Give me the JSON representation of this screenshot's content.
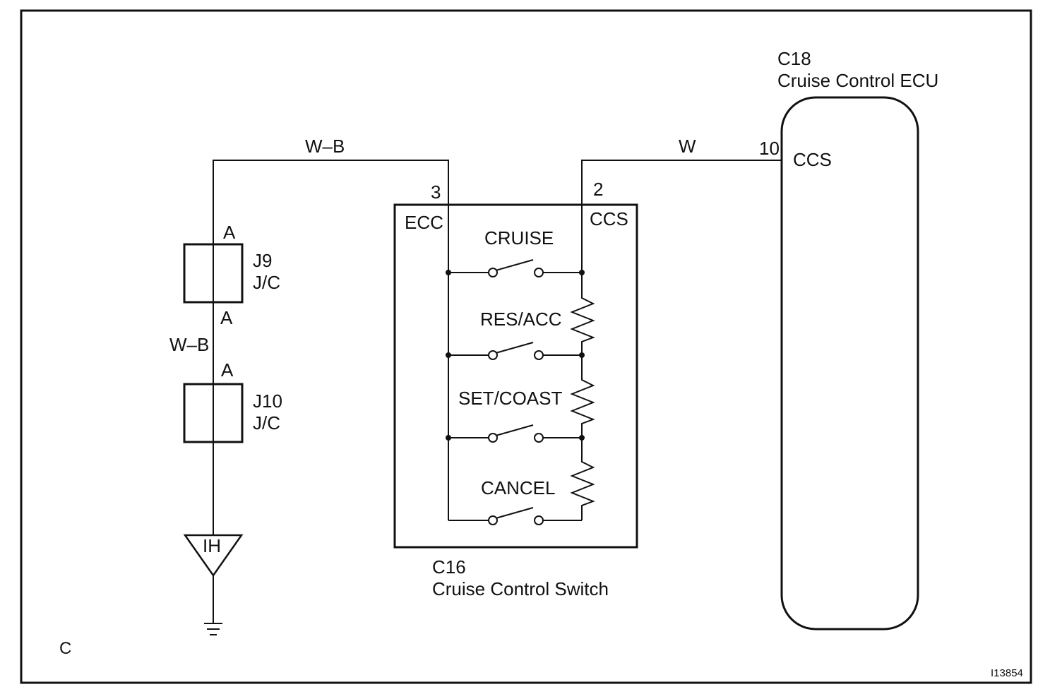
{
  "ecu": {
    "code": "C18",
    "name": "Cruise Control ECU",
    "pin_number": "10",
    "pin_name": "CCS"
  },
  "switch_component": {
    "code": "C16",
    "name": "Cruise Control Switch",
    "pin_left_number": "3",
    "pin_left_name": "ECC",
    "pin_right_number": "2",
    "pin_right_name": "CCS",
    "switches": [
      {
        "label": "CRUISE"
      },
      {
        "label": "RES/ACC"
      },
      {
        "label": "SET/COAST"
      },
      {
        "label": "CANCEL"
      }
    ]
  },
  "wires": {
    "top_left_color": "W–B",
    "top_right_color": "W",
    "vertical_color": "W–B"
  },
  "junctions": [
    {
      "code": "J9",
      "type": "J/C",
      "pin_top": "A",
      "pin_bottom": "A"
    },
    {
      "code": "J10",
      "type": "J/C",
      "pin_top": "A"
    }
  ],
  "ground": {
    "label": "IH"
  },
  "corner_letter": "C",
  "figure_id": "I13854"
}
